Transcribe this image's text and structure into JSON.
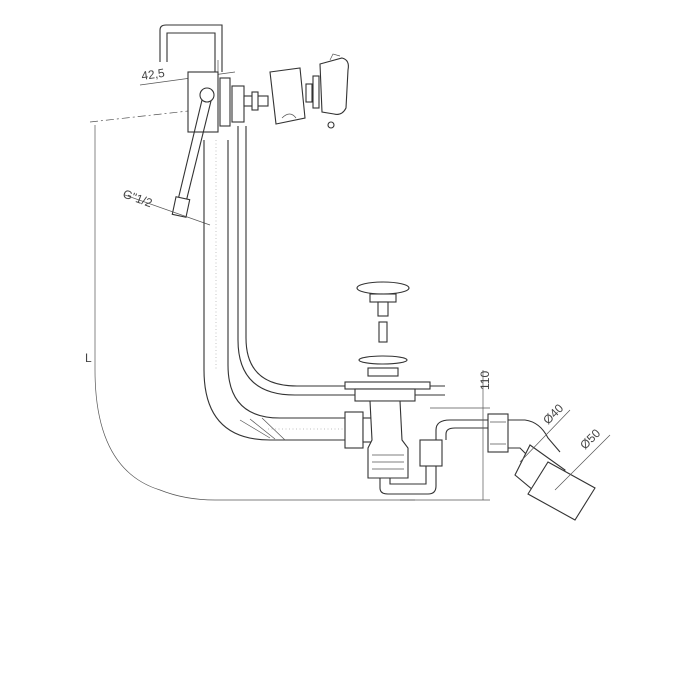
{
  "drawing": {
    "labels": {
      "spout_offset": "42,5",
      "thread": "G\"1/2",
      "length": "L",
      "height": "110",
      "diameter_inner": "Ø40",
      "diameter_outer": "Ø50"
    },
    "line_color": "#333333"
  }
}
